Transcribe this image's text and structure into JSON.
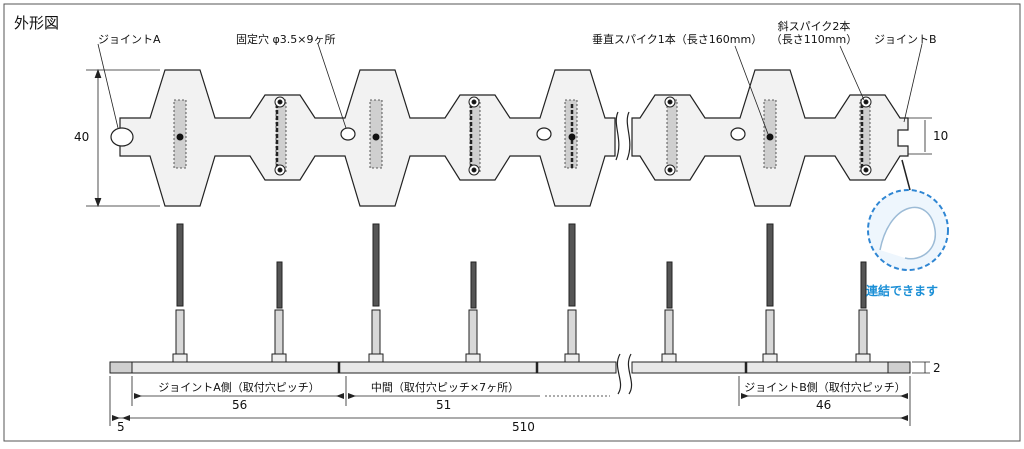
{
  "title": "外形図",
  "labels": {
    "joint_a": "ジョイントA",
    "fixing_hole": "固定穴 φ3.5×9ヶ所",
    "vertical_spike": "垂直スパイク1本（長さ160mm）",
    "oblique_spike_line1": "斜スパイク2本",
    "oblique_spike_line2": "（長さ110mm）",
    "joint_b": "ジョイントB",
    "connect_caption": "連結できます"
  },
  "dimensions": {
    "height_40": "40",
    "joint_10": "10",
    "thickness_2": "2",
    "pitch_a_label": "ジョイントA側（取付穴ピッチ）",
    "pitch_a": "56",
    "pitch_mid_label": "中間（取付穴ピッチ×7ヶ所）",
    "pitch_mid": "51",
    "pitch_b_label": "ジョイントB側（取付穴ピッチ）",
    "pitch_b": "46",
    "offset_5": "5",
    "total_510": "510"
  },
  "colors": {
    "outline": "#222222",
    "plate_fill": "#f2f2f2",
    "spike_gray": "#cfcfcf",
    "spike_dark": "#555555",
    "highlight_blue": "#1b8fd6",
    "dashed_circle": "#2f86d3"
  }
}
